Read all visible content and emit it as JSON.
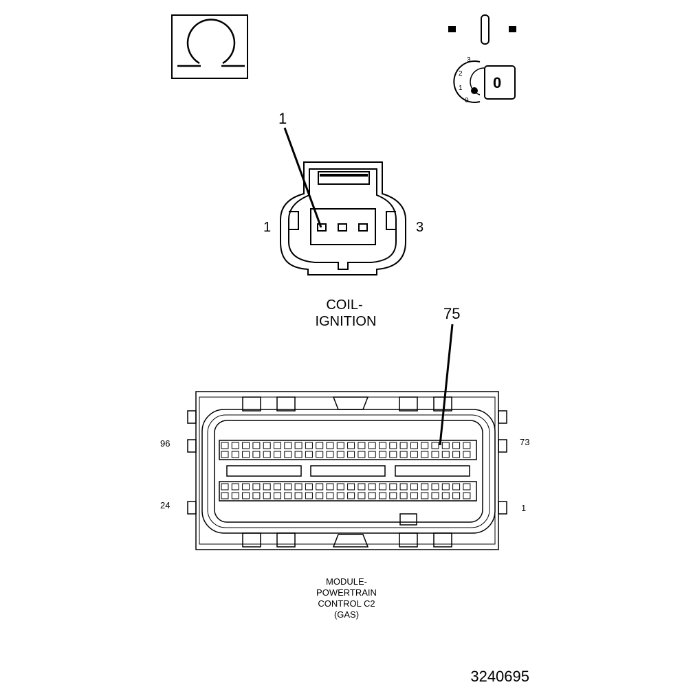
{
  "symbols": {
    "ohm_icon": "ohm-meter-icon",
    "ignition_icon": "ignition-key-icon",
    "key_positions": [
      "3",
      "2",
      "1",
      "0"
    ],
    "key_head_text": "0"
  },
  "coil_connector": {
    "callout": "1",
    "left_pin_label": "1",
    "right_pin_label": "3",
    "title_line1": "COIL-",
    "title_line2": "IGNITION"
  },
  "pcm_connector": {
    "callout": "75",
    "top_left_label": "96",
    "top_right_label": "73",
    "bottom_left_label": "24",
    "bottom_right_label": "1",
    "title_lines": [
      "MODULE-",
      "POWERTRAIN",
      "CONTROL C2",
      "(GAS)"
    ]
  },
  "figure_number": "3240695",
  "colors": {
    "line": "#000000",
    "background": "#ffffff"
  }
}
